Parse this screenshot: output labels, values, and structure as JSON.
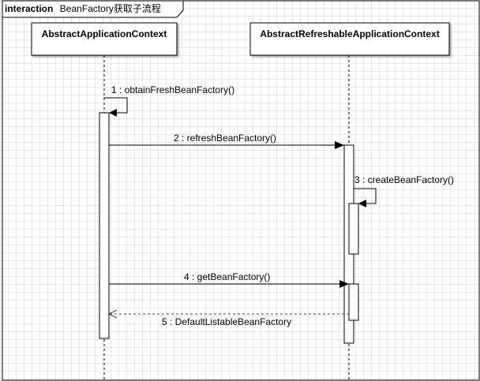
{
  "frame": {
    "keyword": "interaction",
    "name": "BeanFactory获取子流程"
  },
  "lifelines": [
    {
      "id": "left",
      "name": "AbstractApplicationContext"
    },
    {
      "id": "right",
      "name": "AbstractRefreshableApplicationContext"
    }
  ],
  "messages": [
    {
      "seq": "1",
      "text": "1 : obtainFreshBeanFactory()",
      "kind": "self",
      "from": "left",
      "to": "left"
    },
    {
      "seq": "2",
      "text": "2 : refreshBeanFactory()",
      "kind": "sync",
      "from": "left",
      "to": "right"
    },
    {
      "seq": "3",
      "text": "3 : createBeanFactory()",
      "kind": "self",
      "from": "right",
      "to": "right"
    },
    {
      "seq": "4",
      "text": "4 : getBeanFactory()",
      "kind": "sync",
      "from": "left",
      "to": "right"
    },
    {
      "seq": "5",
      "text": "5 : DefaultListableBeanFactory",
      "kind": "return",
      "from": "right",
      "to": "left"
    }
  ],
  "colors": {
    "line": "#000000",
    "return_line": "#444444",
    "header_fill": "#ffffff"
  }
}
